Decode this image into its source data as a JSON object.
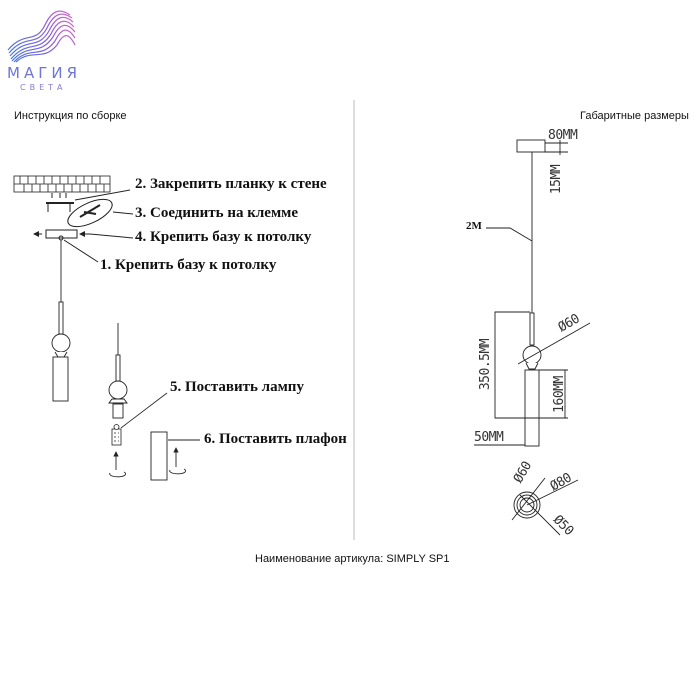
{
  "logo": {
    "line1": "МАГИЯ",
    "line2": "СВЕТА",
    "colors": [
      "#4a7bdc",
      "#8a5cd6",
      "#c56ad0"
    ]
  },
  "left_section": {
    "title": "Инструкция по сборке",
    "steps": [
      "2. Закрепить планку к стене",
      "3. Соединить на клемме",
      "4. Крепить базу к потолку",
      "1. Крепить базу к потолку",
      "5. Поставить лампу",
      "6. Поставить плафон"
    ]
  },
  "right_section": {
    "title": "Габаритные размеры",
    "dimensions": {
      "canopy_width": "80MM",
      "canopy_height": "15MM",
      "cable": "2M",
      "sphere": "Ø60",
      "total_height": "350.5MM",
      "shade_height": "160MM",
      "shade_width": "50MM",
      "bottom_d1": "Ø60",
      "bottom_d2": "Ø80",
      "bottom_d3": "Ø50"
    }
  },
  "caption": "Наименование артикула: SIMPLY SP1"
}
